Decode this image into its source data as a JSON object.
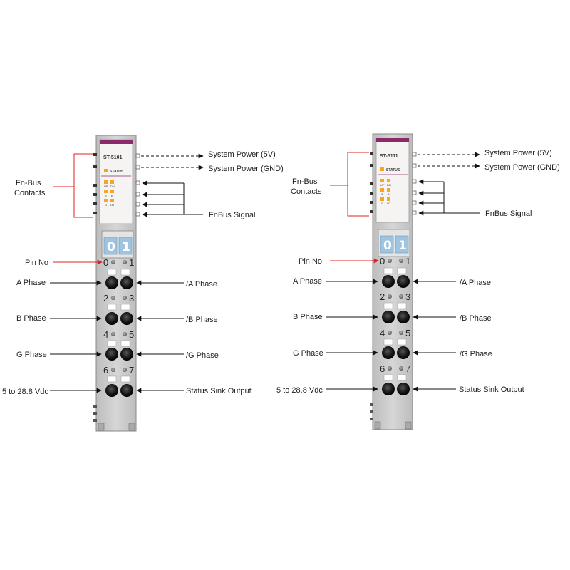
{
  "modules": [
    {
      "model": "ST-5101",
      "status_label": "STATUS",
      "led_labels": [
        "UP",
        "DN",
        "A",
        "B",
        "G",
        "OT"
      ],
      "digits": [
        "0",
        "1"
      ],
      "labels": {
        "system_power_5v": "System Power (5V)",
        "system_power_gnd": "System Power (GND)",
        "fn_bus_contacts_line1": "Fn-Bus",
        "fn_bus_contacts_line2": "Contacts",
        "fnbus_signal": "FnBus Signal",
        "pin_no": "Pin No",
        "a_phase": "A Phase",
        "a_phase_inv": "/A Phase",
        "b_phase": "B Phase",
        "b_phase_inv": "/B Phase",
        "g_phase": "G Phase",
        "g_phase_inv": "/G Phase",
        "supply": "5 to 28.8 Vdc",
        "status_sink": "Status Sink Output"
      },
      "pins": [
        "0",
        "1",
        "2",
        "3",
        "4",
        "5",
        "6",
        "7"
      ]
    },
    {
      "model": "ST-5111",
      "status_label": "STATUS",
      "led_labels": [
        "UP",
        "DN",
        "A",
        "B",
        "G",
        "OT"
      ],
      "digits": [
        "0",
        "1"
      ],
      "labels": {
        "system_power_5v": "System Power (5V)",
        "system_power_gnd": "System Power (GND)",
        "fn_bus_contacts_line1": "Fn-Bus",
        "fn_bus_contacts_line2": "Contacts",
        "fnbus_signal": "FnBus Signal",
        "pin_no": "Pin No",
        "a_phase": "A Phase",
        "a_phase_inv": "/A Phase",
        "b_phase": "B Phase",
        "b_phase_inv": "/B Phase",
        "g_phase": "G Phase",
        "g_phase_inv": "/G Phase",
        "supply": "5 to 28.8 Vdc",
        "status_sink": "Status Sink Output"
      },
      "pins": [
        "0",
        "1",
        "2",
        "3",
        "4",
        "5",
        "6",
        "7"
      ]
    }
  ],
  "colors": {
    "module_body": "#c9c9c9",
    "module_panel": "#f6f4f2",
    "top_band": "#8a2a6a",
    "led": "#f5a623",
    "digit_display": "#9fc4e0",
    "red_line": "#e02020",
    "terminal": "#1e1e1e"
  }
}
